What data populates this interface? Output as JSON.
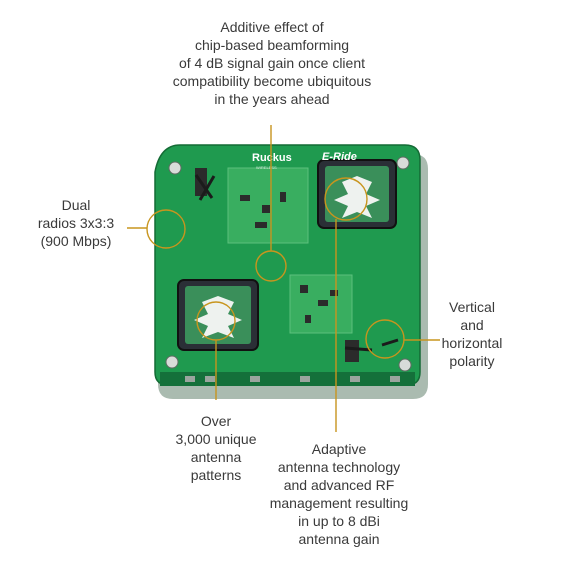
{
  "colors": {
    "board": "#1f9a4f",
    "board_dark": "#177a3c",
    "callout_line": "#c8951e",
    "label_text": "#3a3a3a"
  },
  "board": {
    "brand_name": "Ruckus",
    "brand_tagline": "WIRELESS",
    "product_name": "E-Ride"
  },
  "callouts": [
    {
      "name": "beamforming",
      "text": "Additive effect of\nchip-based beamforming\nof 4 dB signal gain once client\ncompatibility become ubiquitous\nin the years ahead"
    },
    {
      "name": "dual-radios",
      "text": "Dual\nradios 3x3:3\n(900 Mbps)"
    },
    {
      "name": "polarity",
      "text": "Vertical\nand\nhorizontal\npolarity"
    },
    {
      "name": "antenna-patterns",
      "text": "Over\n3,000 unique\nantenna\npatterns"
    },
    {
      "name": "adaptive-antenna",
      "text": "Adaptive\nantenna technology\nand advanced RF\nmanagement resulting\nin up to 8 dBi\nantenna gain"
    }
  ]
}
